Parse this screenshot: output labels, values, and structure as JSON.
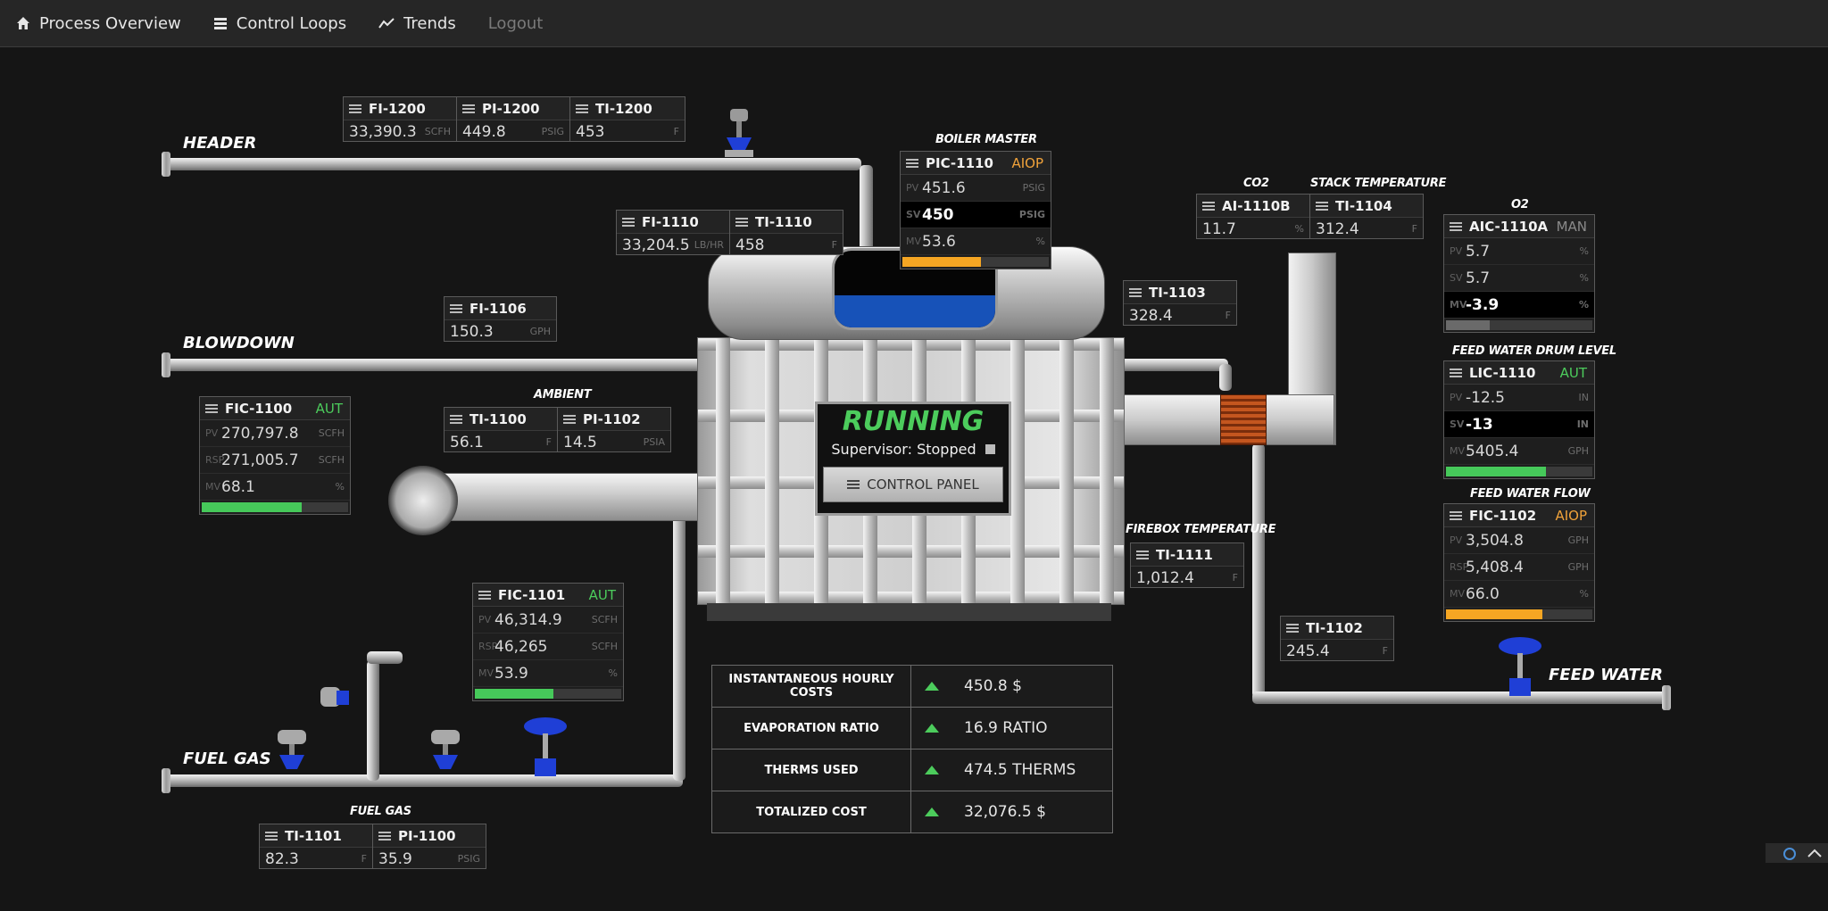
{
  "nav": {
    "items": [
      {
        "label": "Process Overview",
        "icon": "home-icon"
      },
      {
        "label": "Control Loops",
        "icon": "list-icon"
      },
      {
        "label": "Trends",
        "icon": "trend-icon"
      },
      {
        "label": "Logout",
        "icon": ""
      }
    ]
  },
  "labels": {
    "header": "HEADER",
    "blowdown": "BLOWDOWN",
    "fuel_gas": "FUEL GAS",
    "feed_water": "FEED WATER",
    "boiler_master": "BOILER MASTER",
    "co2": "CO2",
    "stack_temp": "STACK TEMPERATURE",
    "o2": "O2",
    "ambient": "AMBIENT",
    "feed_water_drum_level": "FEED WATER DRUM LEVEL",
    "feed_water_flow": "FEED WATER FLOW",
    "firebox_temp": "FIREBOX TEMPERATURE",
    "fuel_gas_cap": "FUEL GAS"
  },
  "tags": {
    "fi1200": {
      "name": "FI-1200",
      "value": "33,390.3",
      "unit": "SCFH"
    },
    "pi1200": {
      "name": "PI-1200",
      "value": "449.8",
      "unit": "PSIG"
    },
    "ti1200": {
      "name": "TI-1200",
      "value": "453",
      "unit": "F"
    },
    "fi1110": {
      "name": "FI-1110",
      "value": "33,204.5",
      "unit": "LB/HR"
    },
    "ti1110": {
      "name": "TI-1110",
      "value": "458",
      "unit": "F"
    },
    "fi1106": {
      "name": "FI-1106",
      "value": "150.3",
      "unit": "GPH"
    },
    "ti1100": {
      "name": "TI-1100",
      "value": "56.1",
      "unit": "F"
    },
    "pi1102": {
      "name": "PI-1102",
      "value": "14.5",
      "unit": "PSIA"
    },
    "ai1110b": {
      "name": "AI-1110B",
      "value": "11.7",
      "unit": "%"
    },
    "ti1104": {
      "name": "TI-1104",
      "value": "312.4",
      "unit": "F"
    },
    "ti1103": {
      "name": "TI-1103",
      "value": "328.4",
      "unit": "F"
    },
    "ti1111": {
      "name": "TI-1111",
      "value": "1,012.4",
      "unit": "F"
    },
    "ti1102": {
      "name": "TI-1102",
      "value": "245.4",
      "unit": "F"
    },
    "ti1101": {
      "name": "TI-1101",
      "value": "82.3",
      "unit": "F"
    },
    "pi1100": {
      "name": "PI-1100",
      "value": "35.9",
      "unit": "PSIG"
    }
  },
  "controllers": {
    "pic1110": {
      "name": "PIC-1110",
      "mode": "AIOP",
      "pv_label": "PV",
      "pv": "451.6",
      "pv_unit": "PSIG",
      "sp_label": "SV",
      "sp": "450",
      "sp_unit": "PSIG",
      "mv_label": "MV",
      "mv": "53.6",
      "mv_unit": "%",
      "bar": 0.536,
      "bar_color": "#f5a623"
    },
    "fic1100": {
      "name": "FIC-1100",
      "mode": "AUT",
      "pv_label": "PV",
      "pv": "270,797.8",
      "pv_unit": "SCFH",
      "sp_label": "RSP",
      "sp": "271,005.7",
      "sp_unit": "SCFH",
      "mv_label": "MV",
      "mv": "68.1",
      "mv_unit": "%",
      "bar": 0.681,
      "bar_color": "#46c95a"
    },
    "fic1101": {
      "name": "FIC-1101",
      "mode": "AUT",
      "pv_label": "PV",
      "pv": "46,314.9",
      "pv_unit": "SCFH",
      "sp_label": "RSP",
      "sp": "46,265",
      "sp_unit": "SCFH",
      "mv_label": "MV",
      "mv": "53.9",
      "mv_unit": "%",
      "bar": 0.539,
      "bar_color": "#46c95a"
    },
    "aic1110a": {
      "name": "AIC-1110A",
      "mode": "MAN",
      "pv_label": "PV",
      "pv": "5.7",
      "pv_unit": "%",
      "sp_label": "SV",
      "sp": "5.7",
      "sp_unit": "%",
      "mv_label": "MV",
      "mv": "-3.9",
      "mv_unit": "%",
      "bar": 0.3,
      "bar_color": "#6a6a6a"
    },
    "lic1110": {
      "name": "LIC-1110",
      "mode": "AUT",
      "pv_label": "PV",
      "pv": "-12.5",
      "pv_unit": "IN",
      "sp_label": "SV",
      "sp": "-13",
      "sp_unit": "IN",
      "mv_label": "MV",
      "mv": "5405.4",
      "mv_unit": "GPH",
      "bar": 0.68,
      "bar_color": "#46c95a"
    },
    "fic1102": {
      "name": "FIC-1102",
      "mode": "AIOP",
      "pv_label": "PV",
      "pv": "3,504.8",
      "pv_unit": "GPH",
      "sp_label": "RSP",
      "sp": "5,408.4",
      "sp_unit": "GPH",
      "mv_label": "MV",
      "mv": "66.0",
      "mv_unit": "%",
      "bar": 0.66,
      "bar_color": "#f5a623"
    }
  },
  "status": {
    "state": "RUNNING",
    "supervisor": "Supervisor: Stopped",
    "control_panel": "CONTROL PANEL"
  },
  "costs": [
    {
      "label": "INSTANTANEOUS HOURLY COSTS",
      "value": "450.8 $"
    },
    {
      "label": "EVAPORATION RATIO",
      "value": "16.9 RATIO"
    },
    {
      "label": "THERMS USED",
      "value": "474.5 THERMS"
    },
    {
      "label": "TOTALIZED COST",
      "value": "32,076.5 $"
    }
  ],
  "colors": {
    "running": "#4ccc5c",
    "aut": "#4ccc5c",
    "aiop": "#f0a23a",
    "valve": "#1f3fd6",
    "drum_level": "#1752b8",
    "heat_exchanger": "#b5441a"
  },
  "drum_level_fraction": 0.42
}
